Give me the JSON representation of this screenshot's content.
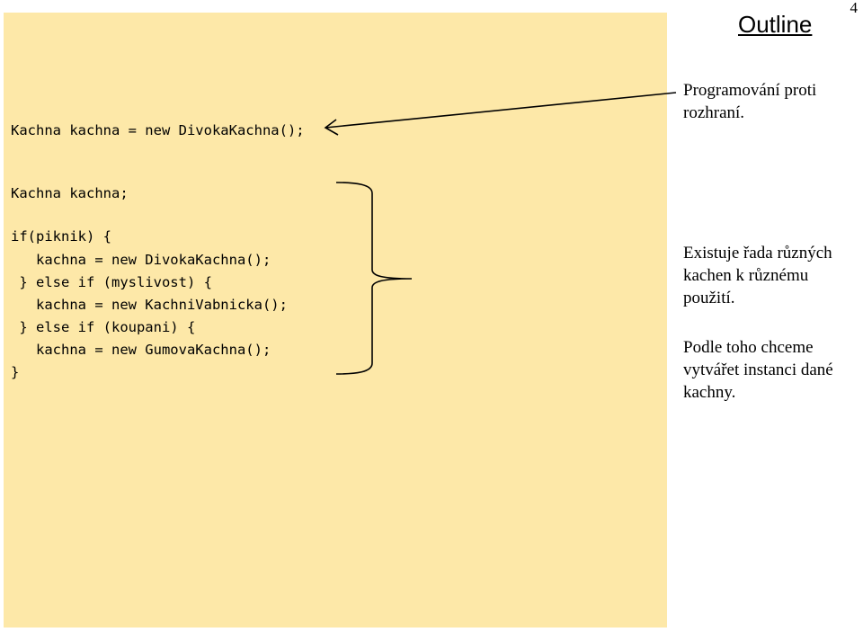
{
  "page_number": "4",
  "slide_title": "Outline",
  "code": {
    "single_assignment": "Kachna kachna = new DivokaKachna();",
    "block": [
      "Kachna kachna;",
      "if(piknik) {",
      "   kachna = new DivokaKachna();",
      " } else if (myslivost) {",
      "   kachna = new KachniVabnicka();",
      " } else if (koupani) {",
      "   kachna = new GumovaKachna();",
      "}"
    ]
  },
  "notes": {
    "interface_programming": [
      "Programování proti",
      "rozhraní."
    ],
    "variety": [
      "Existuje řada různých",
      "kachen k různému",
      "použití."
    ],
    "instances": [
      "Podle toho chceme",
      "vytvářet instanci dané",
      "kachny."
    ]
  },
  "colors": {
    "panel_background": "#fde8a8",
    "annotation_stroke": "#000000"
  },
  "icons": {
    "arrow": "arrow-left-icon",
    "brace": "right-brace-icon"
  }
}
